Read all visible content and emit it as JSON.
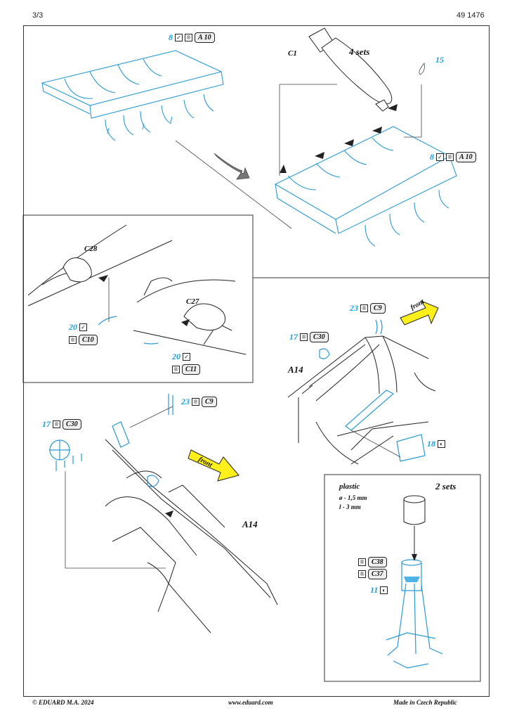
{
  "header": {
    "page": "3/3",
    "code": "49 1476"
  },
  "panel_a": {
    "callout_top_left": {
      "num": "8",
      "ref": "A 10"
    },
    "c1": "C1",
    "sets": "4 sets",
    "callout_15": "15",
    "callout_right": {
      "num": "8",
      "ref": "A 10"
    }
  },
  "panel_b": {
    "c28": "C28",
    "c27": "C27",
    "callout_20a": {
      "num": "20",
      "ref": "C10"
    },
    "callout_20b": {
      "num": "20",
      "ref": "C11"
    }
  },
  "panel_c": {
    "callout_23": {
      "num": "23",
      "ref": "C9"
    },
    "callout_17": {
      "num": "17",
      "ref": "C30"
    },
    "front": "front",
    "a14": "A14",
    "callout_18": "18"
  },
  "panel_d": {
    "callout_23": {
      "num": "23",
      "ref": "C9"
    },
    "callout_17": {
      "num": "17",
      "ref": "C30"
    },
    "front": "front",
    "a14": "A14"
  },
  "panel_e": {
    "material": "plastic",
    "dia": "ø - 1,5 mm",
    "len": "l - 3 mm",
    "sets": "2 sets",
    "c38": "C38",
    "c37": "C37",
    "callout_11": "11"
  },
  "footer": {
    "copyright": "© EDUARD  M.A. 2024",
    "web": "www.eduard.com",
    "made": "Made in Czech Republic"
  }
}
